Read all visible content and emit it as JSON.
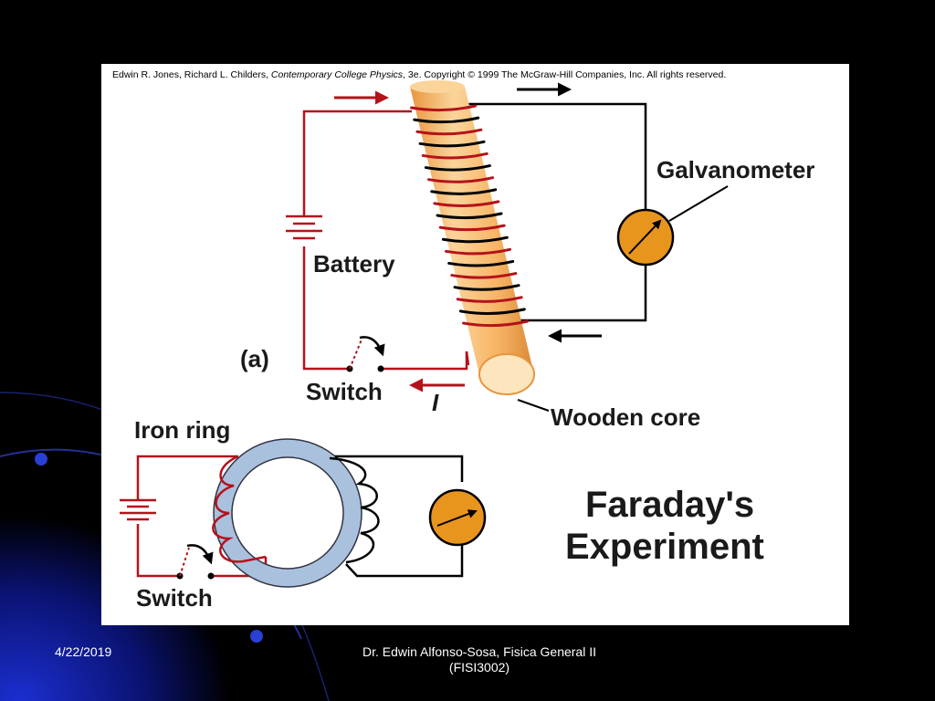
{
  "figure": {
    "credit_authors": "Edwin R. Jones, Richard L. Childers, ",
    "credit_book": "Contemporary College Physics",
    "credit_rest": ", 3e.  Copyright © 1999 The McGraw-Hill Companies, Inc.  All rights reserved.",
    "labels": {
      "galvanometer": "Galvanometer",
      "battery": "Battery",
      "part_a": "(a)",
      "switch_top": "Switch",
      "current": "I",
      "wooden_core": "Wooden core",
      "iron_ring": "Iron ring",
      "switch_bottom": "Switch"
    },
    "title_line1": "Faraday's",
    "title_line2": "Experiment"
  },
  "footer": {
    "date": "4/22/2019",
    "author_line1": "Dr. Edwin Alfonso-Sosa, Fisica General II",
    "author_line2": "(FISI3002)"
  },
  "colors": {
    "wire_red": "#b5121b",
    "wire_black": "#000000",
    "core": "#f6b96b",
    "galvanometer": "#e8951e",
    "ring": "#a9c1dd"
  }
}
